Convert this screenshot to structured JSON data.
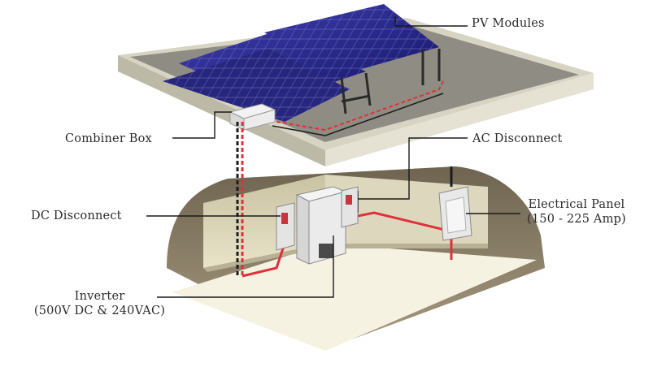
{
  "labels": {
    "pv_modules": "PV Modules",
    "combiner_box": "Combiner Box",
    "ac_disconnect": "AC Disconnect",
    "dc_disconnect": "DC Disconnect",
    "electrical_panel_line1": "Electrical Panel",
    "electrical_panel_line2": "(150 - 225 Amp)",
    "inverter_line1": "Inverter",
    "inverter_line2": "(500V DC & 240VAC)"
  },
  "colors": {
    "roof": "#8c8a80",
    "roof_edge": "#c9c6b6",
    "panel": "#2a2a8c",
    "panel_dark": "#171766",
    "wire_red": "#e0303a",
    "wire_black": "#1c1c1c",
    "wall": "#d9d3b6",
    "floor": "#f6f2e2",
    "cavity": "#8a7f69"
  }
}
